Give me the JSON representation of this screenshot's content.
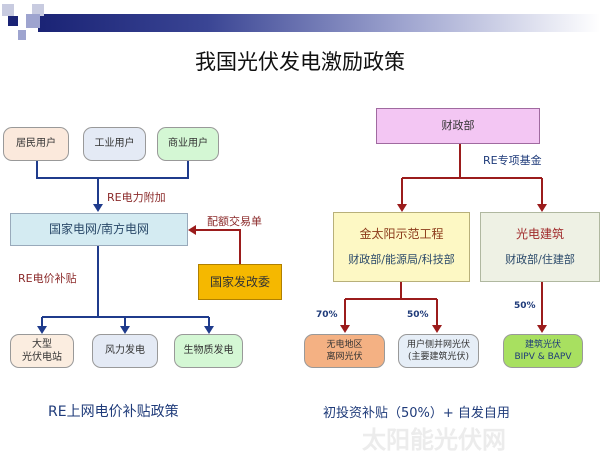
{
  "title": "我国光伏发电激励政策",
  "left": {
    "users": [
      "居民用户",
      "工业用户",
      "商业用户"
    ],
    "flow1_label": "RE电力附加",
    "grid": "国家电网/南方电网",
    "quota_label": "配额交易单",
    "ndrc": "国家发改委",
    "flow2_label": "RE电价补贴",
    "generators": [
      "大型\n光伏电站",
      "风力发电",
      "生物质发电"
    ],
    "caption": "RE上网电价补贴政策"
  },
  "right": {
    "mof": "财政部",
    "fund_label": "RE专项基金",
    "golden_sun": {
      "title": "金太阳示范工程",
      "sub": "财政部/能源局/科技部"
    },
    "pv_building": {
      "title": "光电建筑",
      "sub": "财政部/住建部"
    },
    "pct_offgrid": "70%",
    "pct_user": "50%",
    "pct_bipv": "50%",
    "offgrid": "无电地区\n离网光伏",
    "user_side": "用户侧并网光伏\n(主要建筑光伏)",
    "bipv": "建筑光伏\nBIPV & BAPV",
    "caption": "初投资补贴（50%）+ 自发自用"
  },
  "watermark": "太阳能光伏网",
  "colors": {
    "blue_line": "#1f3b8c",
    "red_line": "#9b1c1c",
    "navy": "#1a2375"
  }
}
